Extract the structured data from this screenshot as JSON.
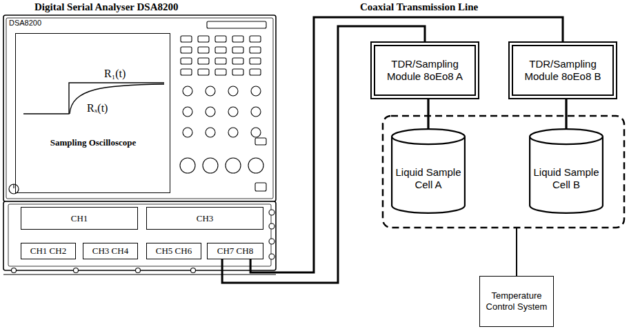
{
  "diagram": {
    "nodes": [
      {
        "text": [
          "DSA8200"
        ]
      },
      {
        "text": [
          "R₁(t)",
          "Rₓ(t)",
          "Sampling Oscilloscope"
        ],
        "in": 0
      },
      {
        "text": [
          "CH1"
        ],
        "in": 0
      },
      {
        "text": [
          "CH3"
        ],
        "in": 0
      },
      {
        "text": [
          "CH1 CH2"
        ],
        "in": 0
      },
      {
        "text": [
          "CH3 CH4"
        ],
        "in": 0
      },
      {
        "text": [
          "CH5 CH6"
        ],
        "in": 0
      },
      {
        "text": [
          "CH7 CH8"
        ],
        "in": 0
      },
      {
        "text": [
          "TDR/Sampling Module 8oEo8 A"
        ]
      },
      {
        "text": [
          "TDR/Sampling Module 8oEo8 B"
        ]
      },
      {
        "text": [
          "Liquid Sample Cell A"
        ]
      },
      {
        "text": [
          "Liquid Sample Cell B"
        ]
      },
      {
        "text": [
          "Temperature Control System"
        ]
      }
    ],
    "edges": [
      {
        "from": 7,
        "to": 8,
        "arrow": "none"
      },
      {
        "from": 7,
        "to": 9,
        "arrow": "none"
      },
      {
        "from": 8,
        "to": 10,
        "arrow": "none"
      },
      {
        "from": 9,
        "to": 11,
        "arrow": "none"
      }
    ],
    "labels": [
      "Digital Serial Analyser DSA8200",
      "Coaxial Transmission Line"
    ]
  }
}
